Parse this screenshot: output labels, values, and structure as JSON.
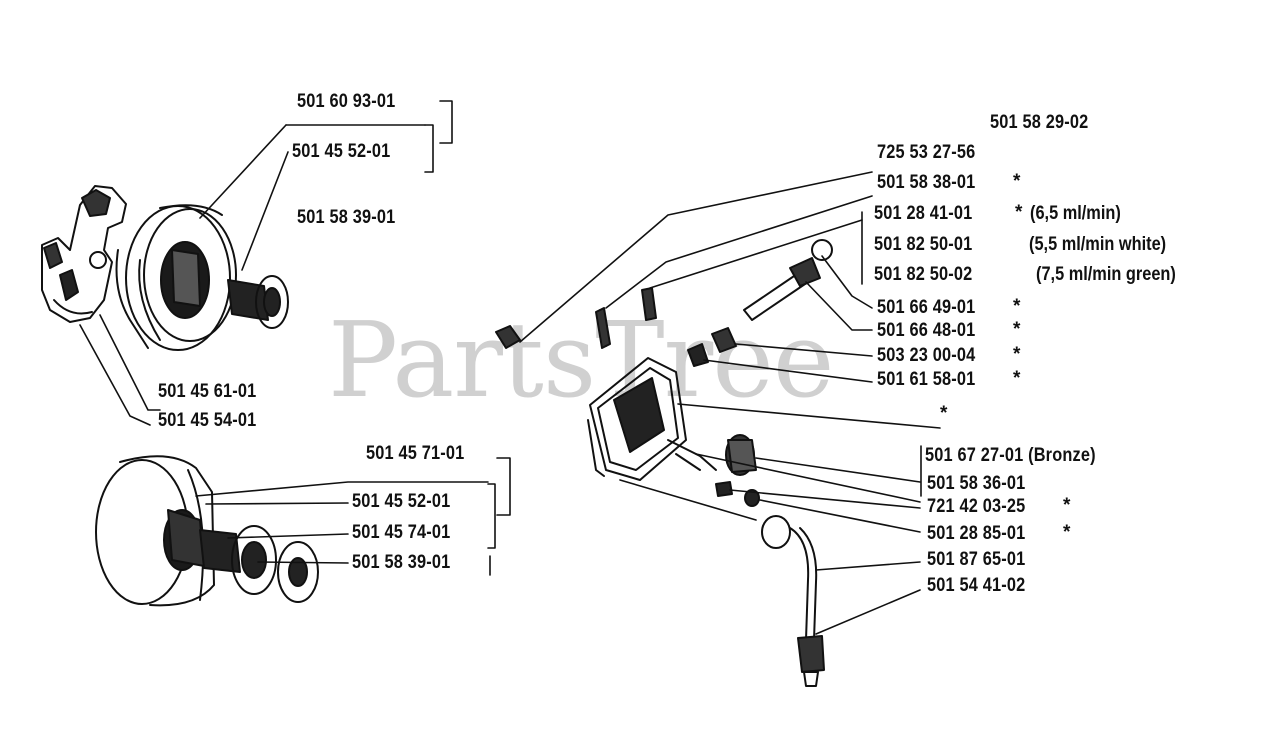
{
  "watermark": "PartsTree",
  "left_clutch": {
    "labels": [
      "501 60 93-01",
      "501 45 52-01",
      "501 58 39-01",
      "501 45 61-01",
      "501 45 54-01"
    ]
  },
  "left_drum": {
    "labels": [
      "501 45 71-01",
      "501 45 52-01",
      "501 45 74-01",
      "501 58 39-01"
    ]
  },
  "oil_pump": {
    "labels": [
      "501 58 29-02",
      "725 53 27-56",
      "501 58 38-01",
      "501 28 41-01",
      "501 82 50-01",
      "501 82 50-02",
      "501 66 49-01",
      "501 66 48-01",
      "503 23 00-04",
      "501 61 58-01",
      "501 67 27-01 (Bronze)",
      "501 58 36-01",
      "721 42 03-25",
      "501 28 85-01",
      "501 87 65-01",
      "501 54 41-02"
    ],
    "notes": [
      "(6,5 ml/min)",
      "(5,5 ml/min white)",
      "(7,5 ml/min green)"
    ],
    "asterisk": "*"
  }
}
